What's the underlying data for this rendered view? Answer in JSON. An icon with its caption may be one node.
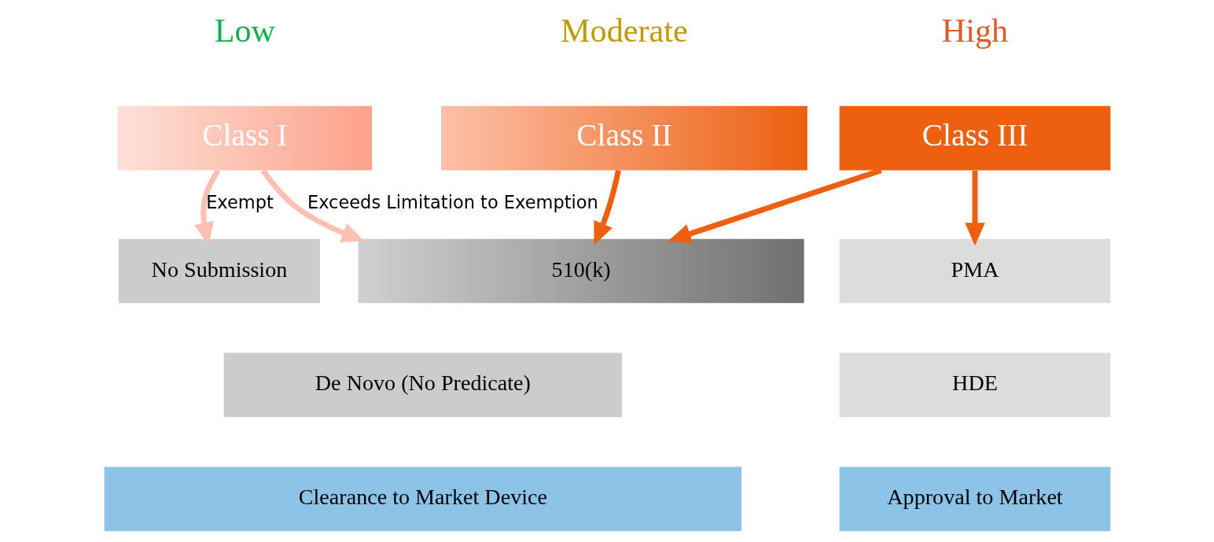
{
  "diagram": {
    "nodes": [
      {
        "text": [
          "Class I"
        ]
      },
      {
        "text": [
          "Class II"
        ]
      },
      {
        "text": [
          "Class III"
        ]
      },
      {
        "text": [
          "No Submission"
        ]
      },
      {
        "text": [
          "510(k)"
        ]
      },
      {
        "text": [
          "De Novo (No Predicate)"
        ]
      },
      {
        "text": [
          "PMA"
        ]
      },
      {
        "text": [
          "HDE"
        ]
      },
      {
        "text": [
          "Clearance to Market Device"
        ]
      },
      {
        "text": [
          "Approval to Market"
        ]
      }
    ],
    "edges": [
      {
        "from": 0,
        "to": 3,
        "arrow": "to",
        "label": "Exempt",
        "color": "#fbc0b4"
      },
      {
        "from": 0,
        "to": 4,
        "arrow": "to",
        "label": "Exceeds Limitation to Exemption",
        "color": "#fbc0b4"
      },
      {
        "from": 1,
        "to": 4,
        "arrow": "to"
      },
      {
        "from": 2,
        "to": 4,
        "arrow": "to"
      },
      {
        "from": 2,
        "to": 6,
        "arrow": "to"
      }
    ],
    "labels": [
      "Low",
      "Moderate",
      "High"
    ]
  }
}
